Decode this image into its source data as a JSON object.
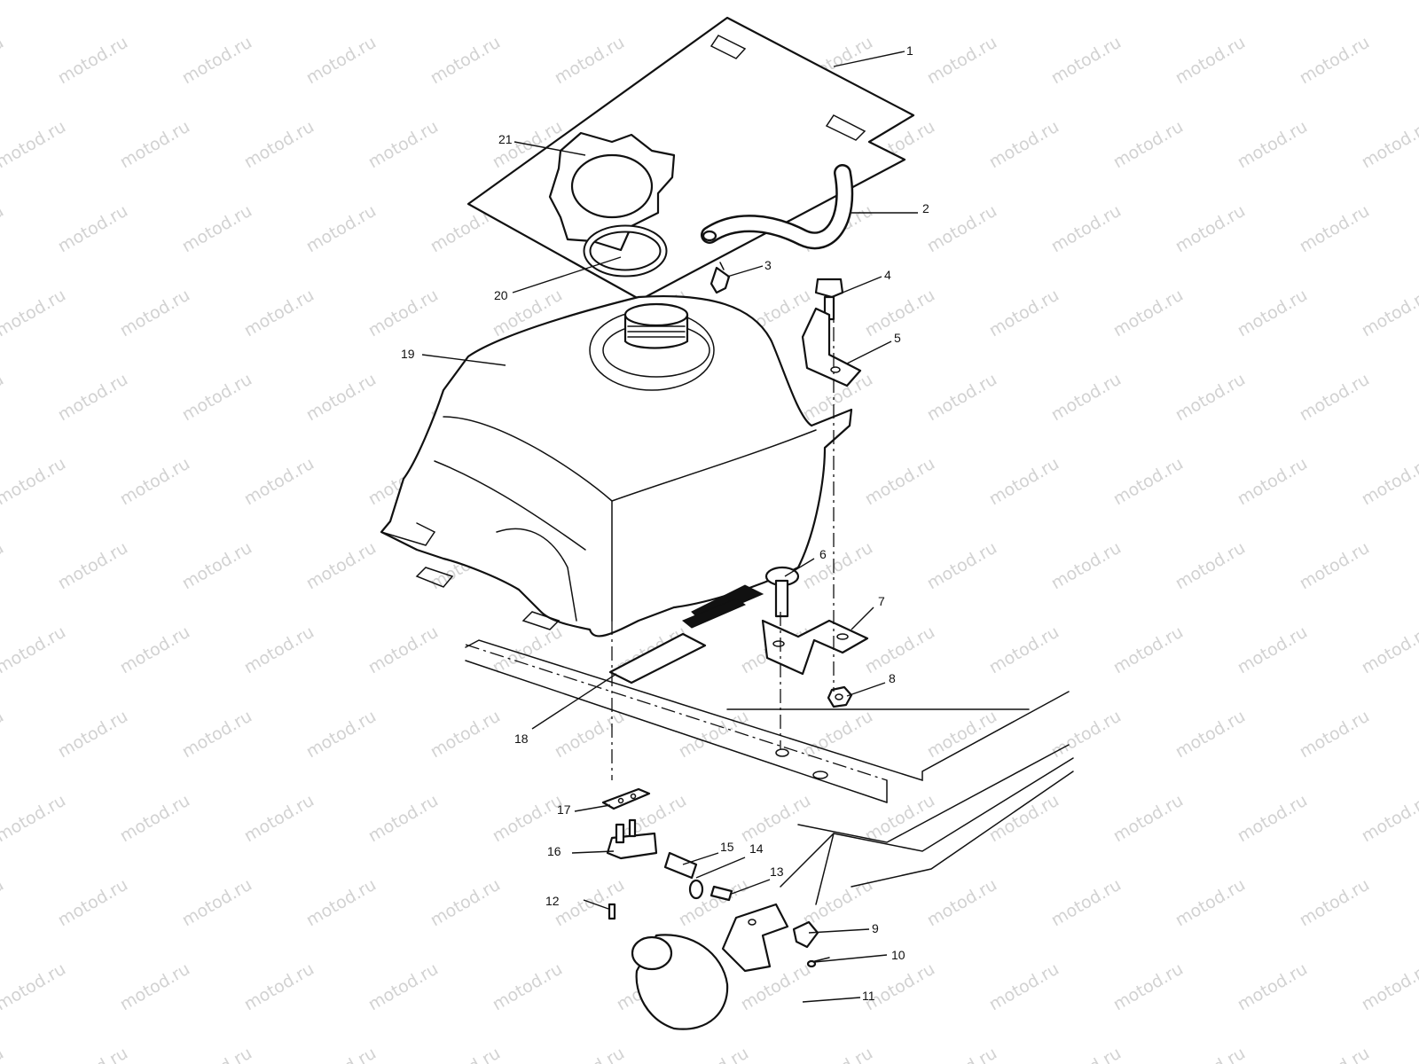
{
  "watermark": {
    "text": "motod.ru"
  },
  "callouts": [
    {
      "key": "p1",
      "label": "1"
    },
    {
      "key": "p2",
      "label": "2"
    },
    {
      "key": "p3",
      "label": "3"
    },
    {
      "key": "p4",
      "label": "4"
    },
    {
      "key": "p5",
      "label": "5"
    },
    {
      "key": "p6",
      "label": "6"
    },
    {
      "key": "p7",
      "label": "7"
    },
    {
      "key": "p8",
      "label": "8"
    },
    {
      "key": "p9",
      "label": "9"
    },
    {
      "key": "p10",
      "label": "10"
    },
    {
      "key": "p11",
      "label": "11"
    },
    {
      "key": "p12",
      "label": "12"
    },
    {
      "key": "p13",
      "label": "13"
    },
    {
      "key": "p14",
      "label": "14"
    },
    {
      "key": "p15",
      "label": "15"
    },
    {
      "key": "p16",
      "label": "16"
    },
    {
      "key": "p17",
      "label": "17"
    },
    {
      "key": "p18",
      "label": "18"
    },
    {
      "key": "p19",
      "label": "19"
    },
    {
      "key": "p20",
      "label": "20"
    },
    {
      "key": "p21",
      "label": "21"
    }
  ]
}
